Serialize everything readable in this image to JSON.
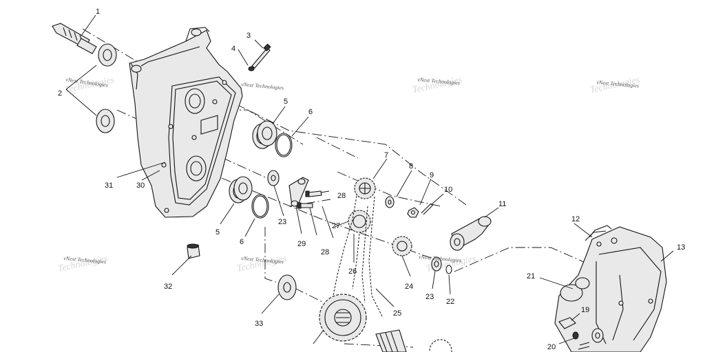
{
  "callouts": {
    "c1": "1",
    "c2": "2",
    "c3": "3",
    "c4": "4",
    "c5a": "5",
    "c5b": "5",
    "c6a": "6",
    "c6b": "6",
    "c7": "7",
    "c8": "8",
    "c9": "9",
    "c10": "10",
    "c11": "11",
    "c12": "12",
    "c13": "13",
    "c19": "19",
    "c20": "20",
    "c21": "21",
    "c22": "22",
    "c23a": "23",
    "c23b": "23",
    "c24": "24",
    "c25": "25",
    "c26": "26",
    "c27": "27",
    "c28a": "28",
    "c28b": "28",
    "c29": "29",
    "c30": "30",
    "c31": "31",
    "c32": "32",
    "c33": "33"
  },
  "watermarks": {
    "w1": "vNext Technologies",
    "w2": "vNext Technologies",
    "w3": "vNext Technologies",
    "w4": "vNext Technologies",
    "w5": "vNext Technologies",
    "w6": "vNext Technologies",
    "w7": "vNext Technologies"
  }
}
